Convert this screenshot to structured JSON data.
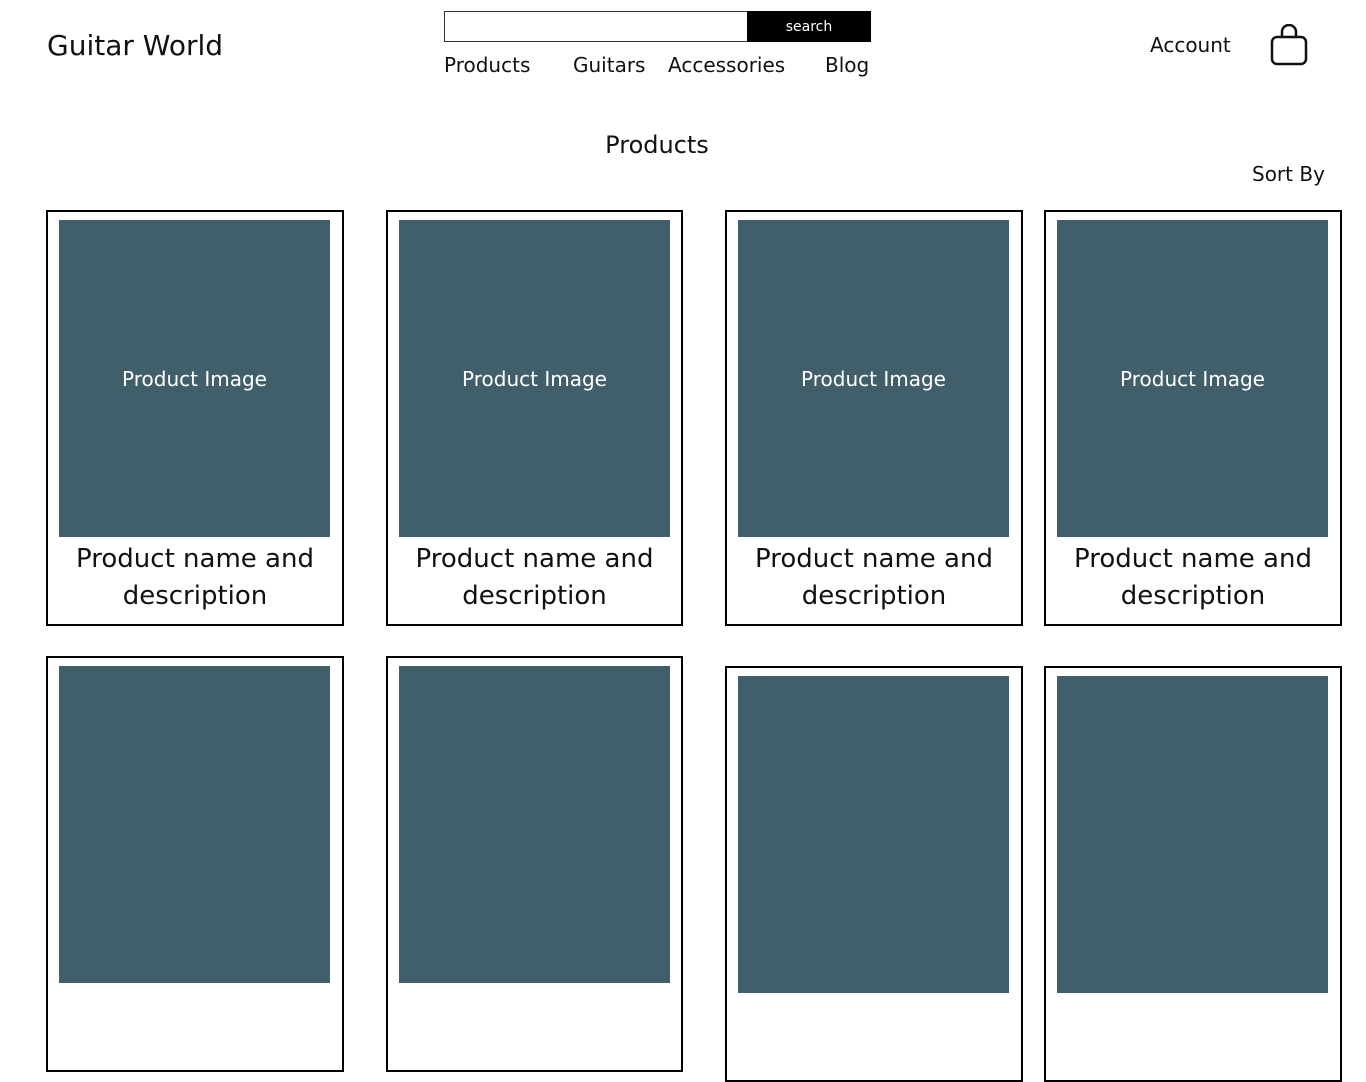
{
  "header": {
    "logo": "Guitar World",
    "search": {
      "placeholder": "",
      "button_label": "search"
    },
    "nav": [
      "Products",
      "Guitars",
      "Accessories",
      "Blog"
    ],
    "account_label": "Account",
    "cart_icon": "shopping-bag-icon"
  },
  "main": {
    "title": "Products",
    "sort_label": "Sort By",
    "products": [
      {
        "image_label": "Product Image",
        "text": "Product name and description"
      },
      {
        "image_label": "Product Image",
        "text": "Product name and description"
      },
      {
        "image_label": "Product Image",
        "text": "Product name and description"
      },
      {
        "image_label": "Product Image",
        "text": "Product name and description"
      },
      {
        "image_label": "",
        "text": ""
      },
      {
        "image_label": "",
        "text": ""
      },
      {
        "image_label": "",
        "text": ""
      },
      {
        "image_label": "",
        "text": ""
      }
    ]
  },
  "colors": {
    "image_placeholder": "#405f6a",
    "button": "#000000"
  }
}
